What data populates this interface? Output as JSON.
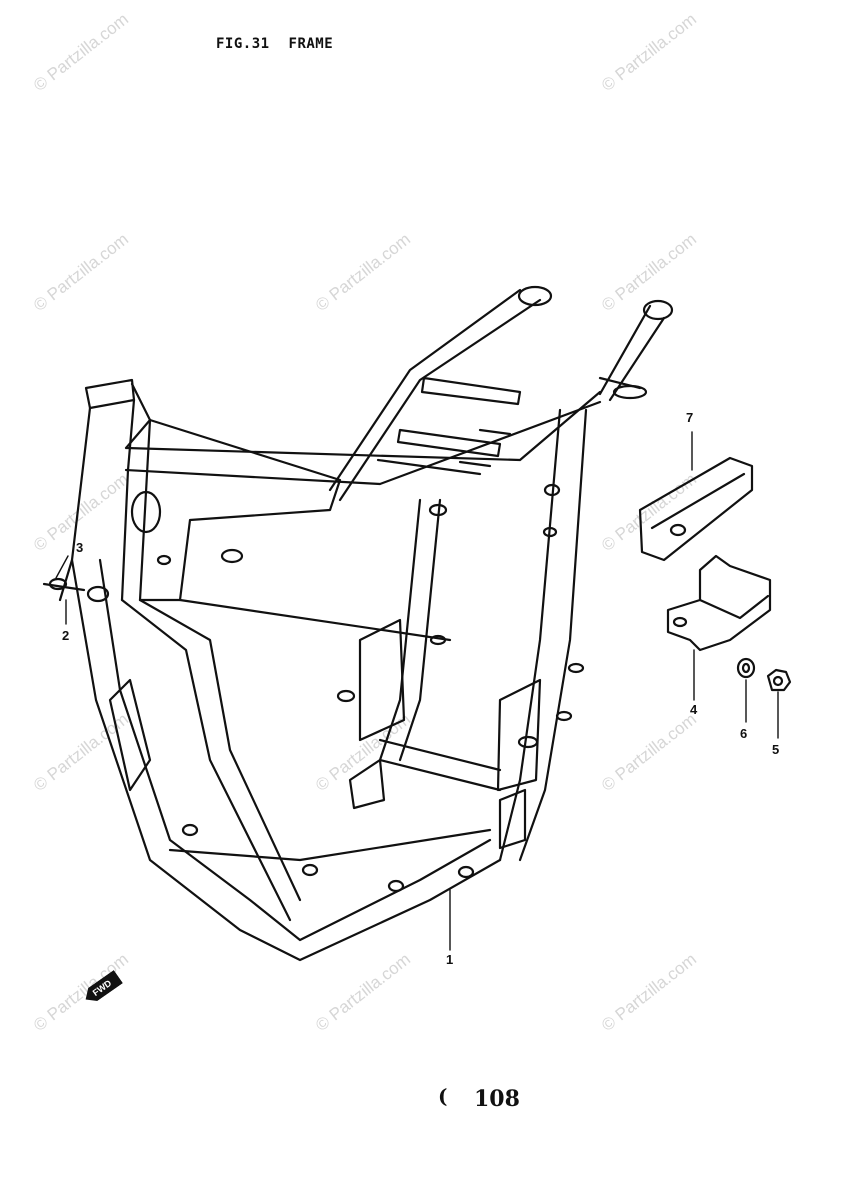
{
  "header": {
    "fig_number": "FIG.31",
    "fig_title": "FRAME"
  },
  "callouts": [
    "1",
    "2",
    "3",
    "4",
    "5",
    "6",
    "7"
  ],
  "page": {
    "prefix": "(",
    "number": "108"
  },
  "forward_marker": "FWD",
  "watermark": "© Partzilla.com"
}
